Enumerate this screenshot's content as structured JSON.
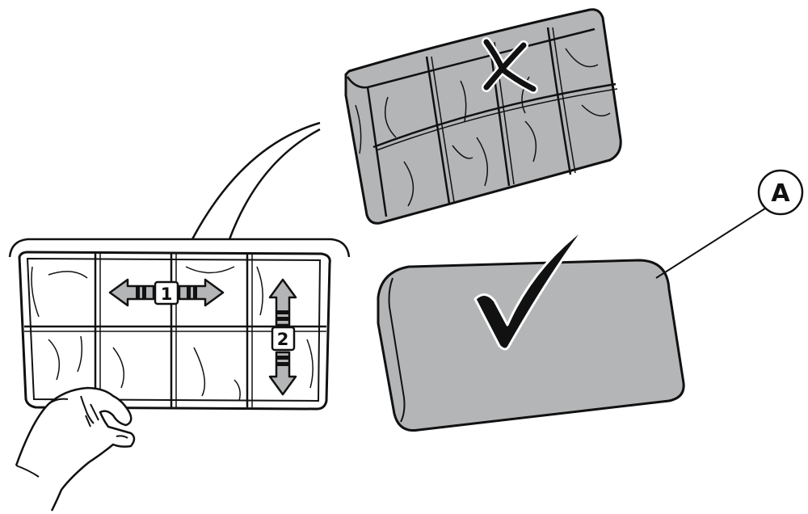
{
  "colors": {
    "cushion_fill": "#b3b5b7",
    "cushion_fill_dark": "#9c9ea0",
    "line": "#111111",
    "background": "#ffffff"
  },
  "cushions": [
    {
      "state": "wrinkled",
      "mark": "cross-mark-icon"
    },
    {
      "state": "smooth",
      "mark": "check-mark-icon",
      "callout": "A"
    }
  ],
  "steps": [
    {
      "number": "1",
      "direction": "horizontal"
    },
    {
      "number": "2",
      "direction": "vertical"
    }
  ],
  "labels": {
    "callout_a": "A",
    "step_1": "1",
    "step_2": "2"
  }
}
